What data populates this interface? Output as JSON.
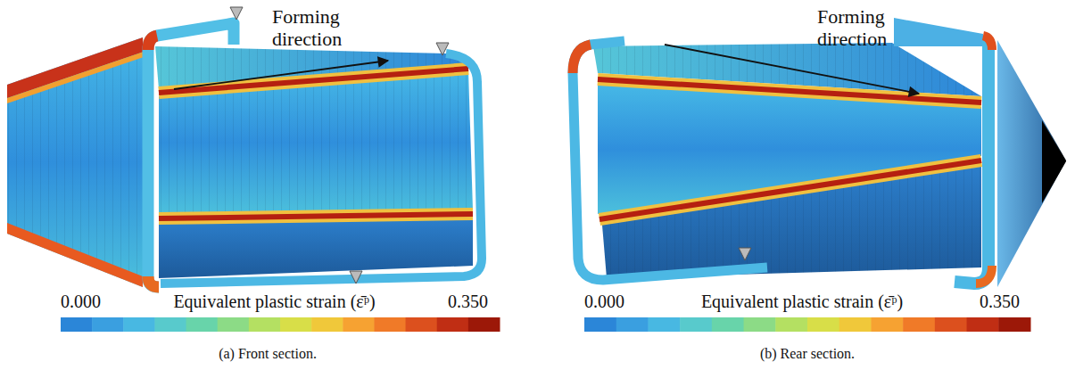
{
  "diagram": {
    "labels": [
      "Forming direction",
      "0.000",
      "Equivalent plastic strain (ε̄ᵖ)",
      "0.350",
      "(a) Front section.",
      "Forming direction",
      "0.000",
      "Equivalent plastic strain (ε̄ᵖ)",
      "0.350",
      "(b) Rear section."
    ]
  }
}
